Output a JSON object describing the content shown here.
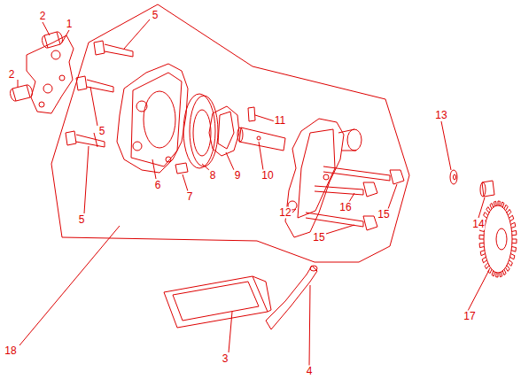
{
  "diagram": {
    "labels": [
      "2",
      "1",
      "5",
      "2",
      "5",
      "5",
      "11",
      "10",
      "9",
      "8",
      "7",
      "6",
      "12",
      "16",
      "15",
      "15",
      "13",
      "14",
      "17",
      "3",
      "4",
      "18"
    ]
  }
}
